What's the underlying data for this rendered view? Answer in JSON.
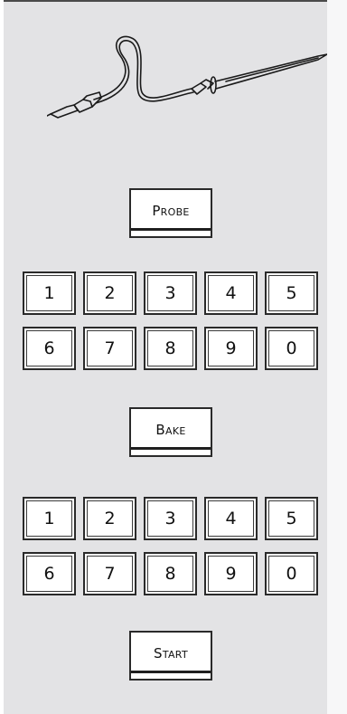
{
  "buttons": {
    "probe": "Probe",
    "bake": "Bake",
    "start": "Start"
  },
  "keypads": {
    "probe": [
      "1",
      "2",
      "3",
      "4",
      "5",
      "6",
      "7",
      "8",
      "9",
      "0"
    ],
    "bake": [
      "1",
      "2",
      "3",
      "4",
      "5",
      "6",
      "7",
      "8",
      "9",
      "0"
    ]
  },
  "icons": {
    "probe_illustration": "temperature-probe-icon"
  },
  "colors": {
    "panel_background": "#e3e3e5",
    "button_background": "#ffffff",
    "border": "#2a2a2a"
  }
}
